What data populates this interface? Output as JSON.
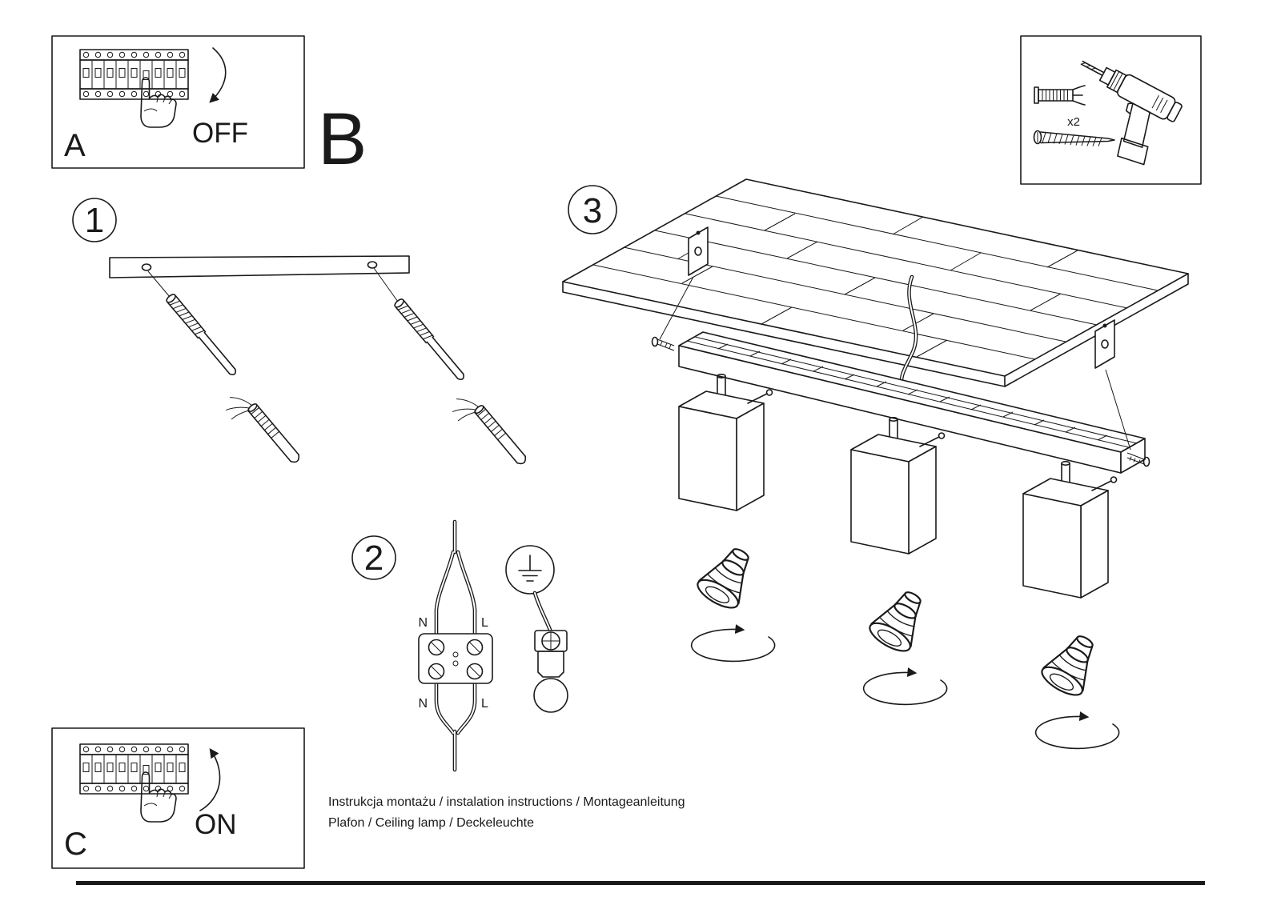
{
  "panels": {
    "a": {
      "label": "A",
      "action": "OFF"
    },
    "b": {
      "label": "B"
    },
    "c": {
      "label": "C",
      "action": "ON"
    }
  },
  "steps": {
    "one": "1",
    "two": "2",
    "three": "3"
  },
  "hardware_box": {
    "dowel_qty": "x2"
  },
  "wiring": {
    "n_top": "N",
    "l_top": "L",
    "n_bottom": "N",
    "l_bottom": "L"
  },
  "footer": {
    "line1": "Instrukcja montażu / instalation instructions / Montageanleitung",
    "line2": "Plafon / Ceiling lamp / Deckeleuchte"
  },
  "colors": {
    "ink": "#1a1a1a",
    "paper": "#ffffff"
  }
}
